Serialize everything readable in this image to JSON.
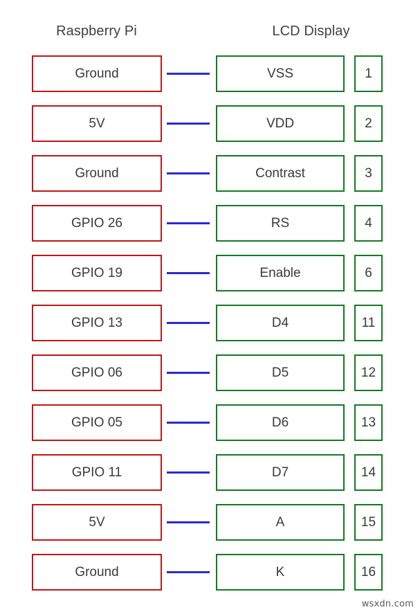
{
  "headers": {
    "left": "Raspberry Pi",
    "right": "LCD Display"
  },
  "colors": {
    "left_border": "#bf1717",
    "right_border": "#137a20",
    "wire": "#2a2ad4",
    "text": "#3a3a3a",
    "background": "#ffffff"
  },
  "rows": [
    {
      "left": "Ground",
      "right": "VSS",
      "pin": "1"
    },
    {
      "left": "5V",
      "right": "VDD",
      "pin": "2"
    },
    {
      "left": "Ground",
      "right": "Contrast",
      "pin": "3"
    },
    {
      "left": "GPIO 26",
      "right": "RS",
      "pin": "4"
    },
    {
      "left": "GPIO 19",
      "right": "Enable",
      "pin": "6"
    },
    {
      "left": "GPIO 13",
      "right": "D4",
      "pin": "11"
    },
    {
      "left": "GPIO 06",
      "right": "D5",
      "pin": "12"
    },
    {
      "left": "GPIO 05",
      "right": "D6",
      "pin": "13"
    },
    {
      "left": "GPIO 11",
      "right": "D7",
      "pin": "14"
    },
    {
      "left": "5V",
      "right": "A",
      "pin": "15"
    },
    {
      "left": "Ground",
      "right": "K",
      "pin": "16"
    }
  ],
  "watermark": "wsxdn.com"
}
